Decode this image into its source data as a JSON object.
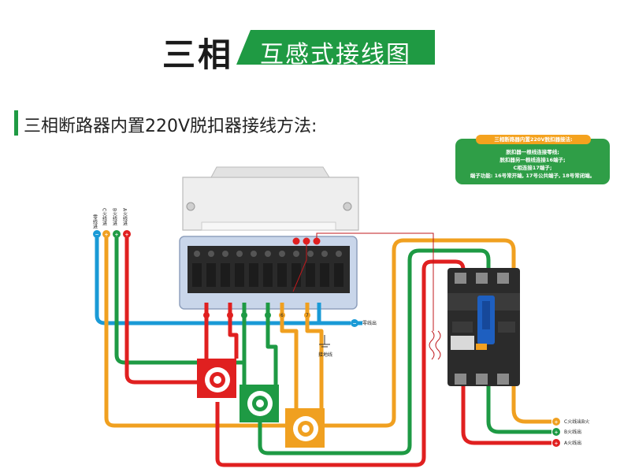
{
  "header": {
    "title_main": "三相",
    "title_sub": "互感式接线图"
  },
  "section": {
    "heading": "三相断路器内置220V脱扣器接线方法:"
  },
  "note": {
    "heading": "三相断路器内置220V脱扣器接法:",
    "lines": [
      "脱扣器一根线连接零线;",
      "脱扣器另一根线连接16端子;",
      "C相连接17端子;",
      "端子功能: 16号常开端, 17号公共端子, 18号常闭端。"
    ]
  },
  "inputs": [
    {
      "label": "零线进",
      "symbol": "−",
      "color": "#1a9ad6"
    },
    {
      "label": "C火线进",
      "symbol": "+",
      "color": "#f0a020"
    },
    {
      "label": "B火线进",
      "symbol": "+",
      "color": "#1e9a44"
    },
    {
      "label": "A火线进",
      "symbol": "+",
      "color": "#e02020"
    }
  ],
  "terminal_labels": [
    "6",
    "7"
  ],
  "ground_label": "接地线",
  "outputs": {
    "neutral": {
      "label": "零线出",
      "symbol": "−"
    },
    "c": {
      "label": "C火线出B火",
      "symbol": "+"
    },
    "b": {
      "label": "B火线出",
      "symbol": "+"
    },
    "a": {
      "label": "A火线出",
      "symbol": "+"
    }
  },
  "colors": {
    "neutral": "#1a9ad6",
    "phase_a": "#e02020",
    "phase_b": "#1e9a44",
    "phase_c": "#f0a020",
    "accent_green": "#1f9a43"
  }
}
